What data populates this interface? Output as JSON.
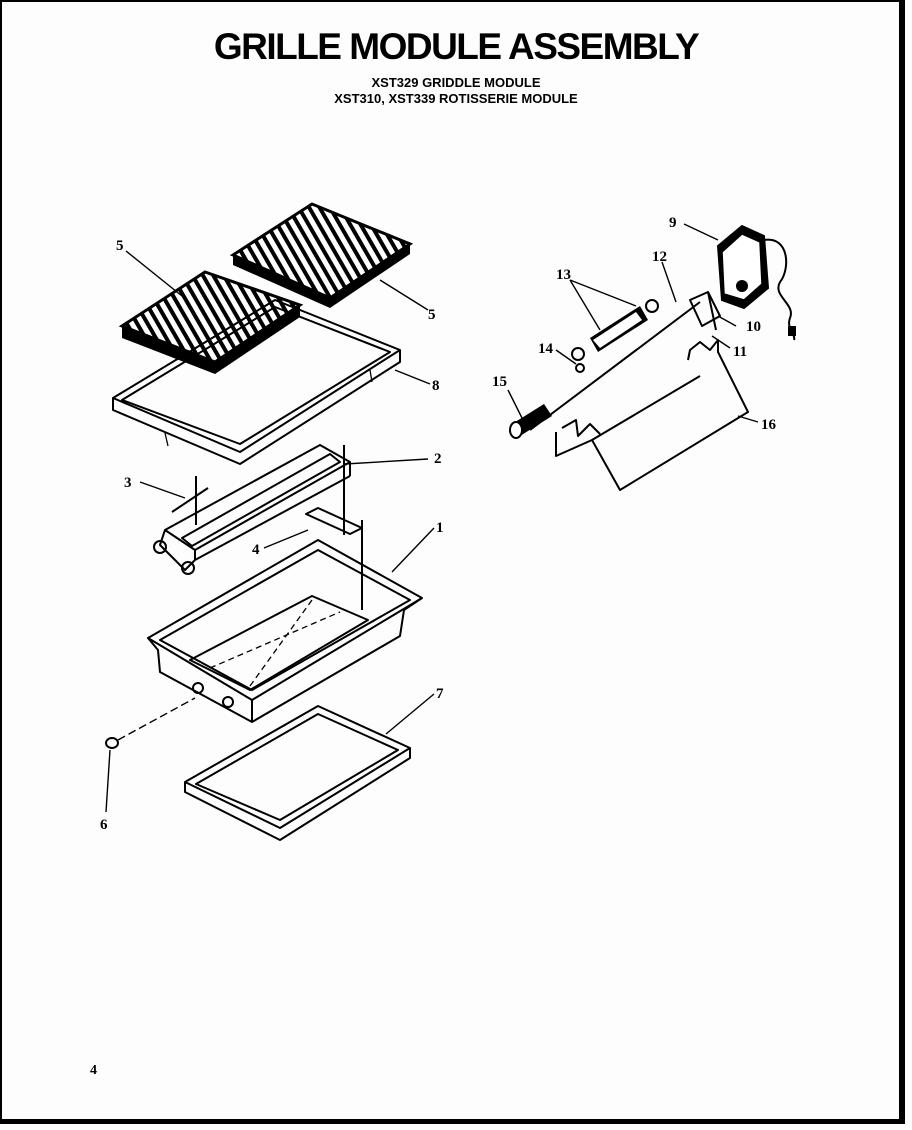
{
  "title": "GRILLE MODULE ASSEMBLY",
  "subtitle_1": "XST329 GRIDDLE MODULE",
  "subtitle_2": "XST310, XST339 ROTISSERIE MODULE",
  "page_number": "4",
  "callouts": {
    "c1": "1",
    "c2": "2",
    "c3": "3",
    "c4": "4",
    "c5a": "5",
    "c5b": "5",
    "c6": "6",
    "c7": "7",
    "c8": "8",
    "c9": "9",
    "c10": "10",
    "c11": "11",
    "c12": "12",
    "c13": "13",
    "c14": "14",
    "c15": "15",
    "c16": "16"
  }
}
